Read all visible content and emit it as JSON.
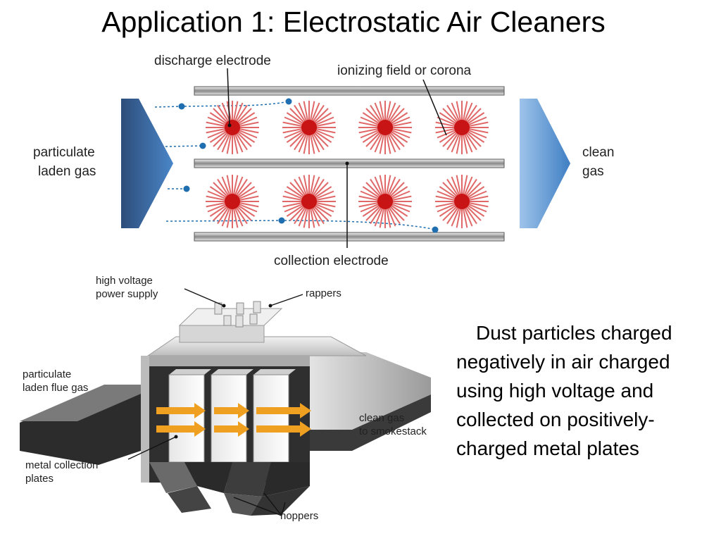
{
  "title": "Application 1: Electrostatic Air Cleaners",
  "top_diagram": {
    "labels": {
      "discharge_electrode": "discharge electrode",
      "ionizing_field": "ionizing field or corona",
      "inlet_line1": "particulate",
      "inlet_line2": "laden gas",
      "outlet_line1": "clean",
      "outlet_line2": "gas",
      "collection_electrode": "collection electrode"
    },
    "colors": {
      "electrode": "#c81414",
      "corona": "#e06060",
      "flow": "#1f6fb0",
      "plate": "#777777"
    }
  },
  "bottom_diagram": {
    "labels": {
      "hv_line1": "high voltage",
      "hv_line2": "power supply",
      "rappers": "rappers",
      "inlet_line1": "particulate",
      "inlet_line2": "laden flue gas",
      "outlet_line1": "clean gas",
      "outlet_line2": "to smokestack",
      "plates_line1": "metal collection",
      "plates_line2": "plates",
      "hoppers": "hoppers"
    },
    "colors": {
      "arrow": "#f0a020",
      "housing_dark": "#2a2a2a",
      "housing_light": "#dcdcdc"
    }
  },
  "description": "Dust particles charged negatively in air charged using high voltage and collected on positively-charged metal plates"
}
